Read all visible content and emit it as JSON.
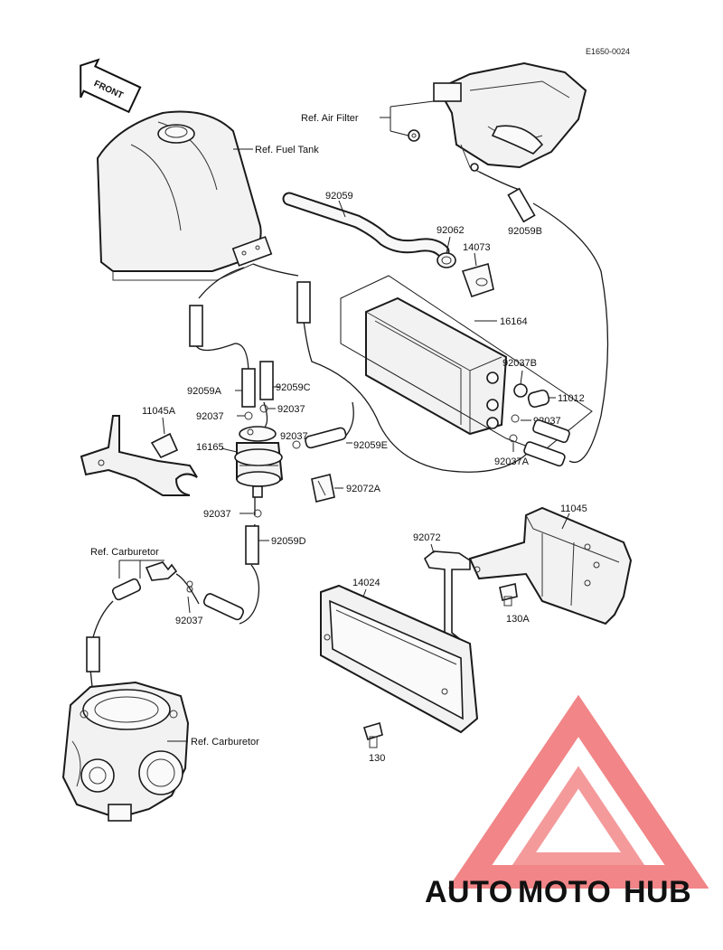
{
  "diagram_code": "E1650-0024",
  "front_arrow": "FRONT",
  "refs": {
    "air_filter": "Ref. Air Filter",
    "fuel_tank": "Ref. Fuel Tank",
    "carburetor_top": "Ref. Carburetor",
    "carburetor_bottom": "Ref. Carburetor"
  },
  "parts": {
    "p92059": "92059",
    "p92062": "92062",
    "p14073": "14073",
    "p92059B": "92059B",
    "p16164": "16164",
    "p92037B": "92037B",
    "p11012": "11012",
    "p92037_r": "92037",
    "p92037A": "92037A",
    "p92059A": "92059A",
    "p92059C": "92059C",
    "p92037_a": "92037",
    "p92037_b": "92037",
    "p11045A": "11045A",
    "p16165": "16165",
    "p92037_c": "92037",
    "p92059E": "92059E",
    "p92072A": "92072A",
    "p92037_d": "92037",
    "p92059D": "92059D",
    "p11045": "11045",
    "p92072": "92072",
    "p14024": "14024",
    "p130A": "130A",
    "p92037_e": "92037",
    "p130": "130"
  },
  "watermark": {
    "part1": "AUTO",
    "part2": "MOTO",
    "part3": "HUB"
  },
  "colors": {
    "line": "#1a1a1a",
    "watermark_red": "#f0787a",
    "watermark_yellow": "#f5b946",
    "watermark_grey": "#9a9a9a"
  }
}
